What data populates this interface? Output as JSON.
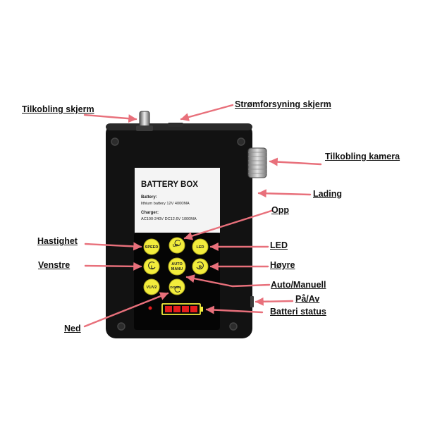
{
  "device": {
    "label_title": "BATTERY BOX",
    "label_line1": "Battery:",
    "label_line2": "lithium battery  12V 4000MA",
    "label_line3": "Charger:",
    "label_line4": "AC100-240V DC12.6V 1000MA"
  },
  "buttons": {
    "speed": "SPEED",
    "up": "UP",
    "led": "LED",
    "left": "L",
    "auto_top": "AUTO",
    "auto_bottom": "MANU",
    "right": "R",
    "v1v2": "V1/V2",
    "down": "DOWN"
  },
  "callouts": {
    "screen_connection": "Tilkobling skjerm",
    "screen_power": "Strømforsyning skjerm",
    "camera_connection": "Tilkobling kamera",
    "charging": "Lading",
    "up": "Opp",
    "speed": "Hastighet",
    "led": "LED",
    "left": "Venstre",
    "right": "Høyre",
    "auto_manual": "Auto/Manuell",
    "power": "På/Av",
    "battery_status": "Batteri status",
    "down": "Ned"
  },
  "colors": {
    "arrow": "#e8707b",
    "button": "#f2ec3c",
    "battery_led": "#e51d1d",
    "box": "#121212"
  }
}
